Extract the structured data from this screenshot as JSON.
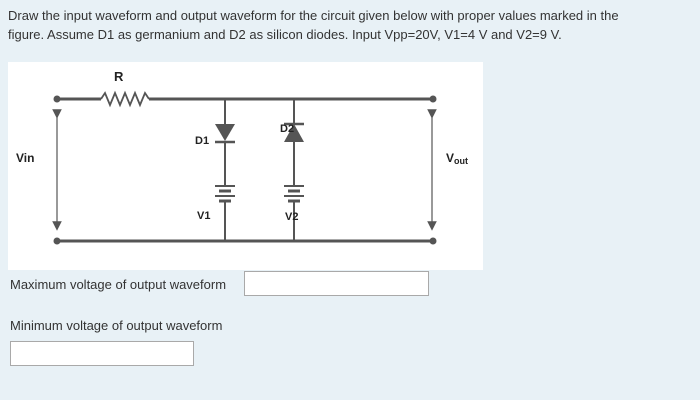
{
  "question": {
    "line1": "Draw the input waveform and output waveform for the circuit given below with proper values marked in the",
    "line2": "figure. Assume D1 as germanium and D2 as silicon diodes. Input Vpp=20V, V1=4 V and V2=9 V."
  },
  "circuit": {
    "resistor_label": "R",
    "vin_label": "Vin",
    "vout_label": "V",
    "vout_subscript": "out",
    "d1_label": "D1",
    "d2_label": "D2",
    "v1_label": "V1",
    "v2_label": "V2"
  },
  "answers": {
    "max_label": "Maximum voltage of output waveform",
    "max_value": "",
    "min_label": "Minimum voltage of output waveform",
    "min_value": ""
  }
}
